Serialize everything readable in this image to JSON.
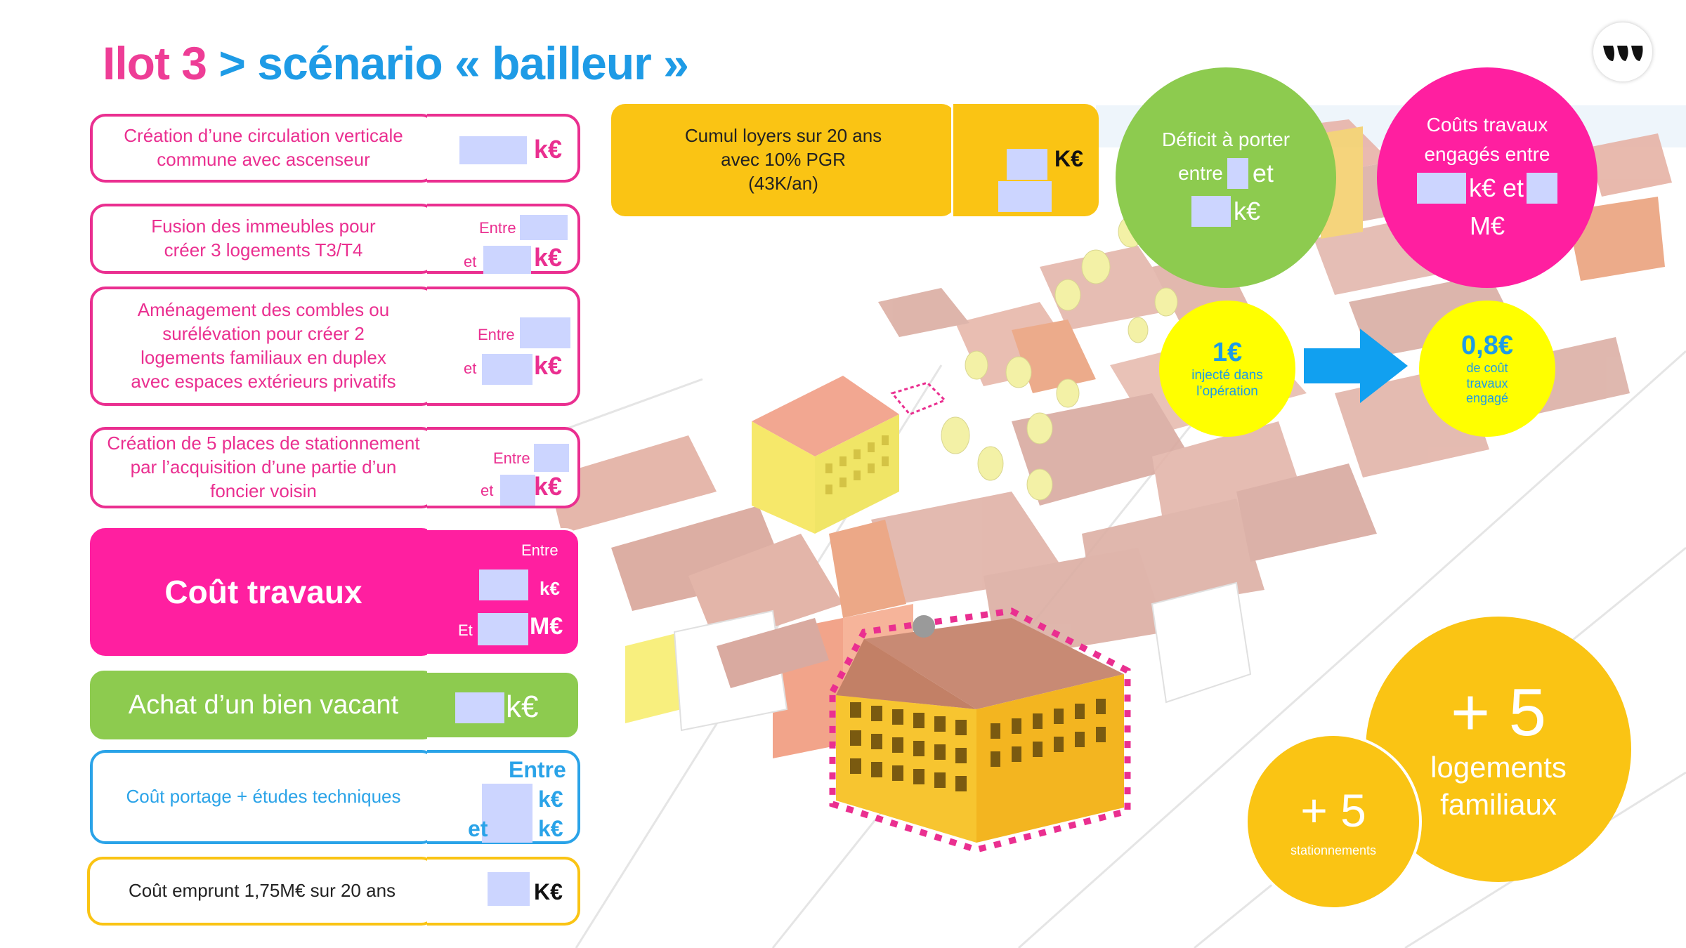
{
  "title": {
    "part1": "Ilot 3",
    "part2": " > scénario « bailleur »"
  },
  "items": [
    {
      "label": "Création d’une circulation verticale commune avec ascenseur",
      "unit": "k€"
    },
    {
      "label": "Fusion des immeubles pour créer 3 logements T3/T4",
      "between": "Entre",
      "and": "et",
      "unit": "k€"
    },
    {
      "label": "Aménagement des combles ou surélévation pour créer 2 logements familiaux en duplex avec espaces extérieurs privatifs",
      "between": "Entre",
      "and": "et",
      "unit": "k€"
    },
    {
      "label": "Création de 5 places de stationnement par l’acquisition d’une partie d’un foncier voisin",
      "between": "Entre",
      "and": "et",
      "unit": "k€"
    }
  ],
  "cout_travaux": {
    "label": "Coût travaux",
    "between": "Entre",
    "unit1": "k€",
    "and": "Et",
    "unit2": "M€"
  },
  "achat": {
    "label": "Achat d’un bien vacant",
    "unit": "k€"
  },
  "portage": {
    "label": "Coût portage + études techniques",
    "between": "Entre",
    "unit1": "k€",
    "and": "et",
    "unit2": "k€"
  },
  "emprunt": {
    "label": "Coût emprunt 1,75M€ sur 20 ans",
    "unit": "K€"
  },
  "loyers": {
    "line1": "Cumul loyers sur 20 ans",
    "line2": "avec 10% PGR",
    "line3": "(43K/an)",
    "unit": "K€"
  },
  "deficit": {
    "line1": "Déficit à porter",
    "between": "entre",
    "and": "et",
    "unit": "k€"
  },
  "couts_engages": {
    "line1": "Coûts travaux",
    "line2": "engagés entre",
    "unit1": "k€ et",
    "unit2": "M€"
  },
  "ratio": {
    "left_value": "1€",
    "left_text": "injecté dans l’opération",
    "right_value": "0,8€",
    "right_text": "de coût travaux engagé"
  },
  "logements": {
    "value": "+ 5",
    "label": "logements familiaux"
  },
  "stationnements": {
    "value": "+ 5",
    "label": "stationnements"
  },
  "colors": {
    "pink": "#ea2f90",
    "blue": "#2aa3e8",
    "gold": "#fac414",
    "green": "#8dcb4f",
    "yellow": "#ffff00",
    "arrow": "#11a0f0"
  }
}
